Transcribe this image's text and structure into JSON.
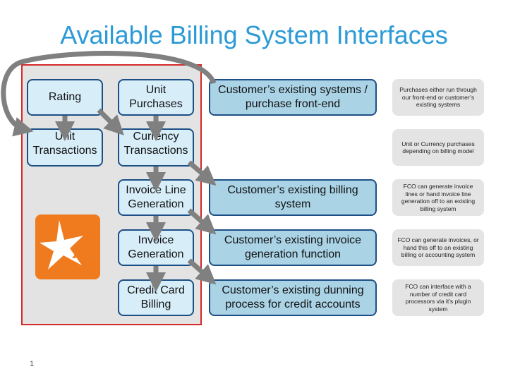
{
  "title": "Available Billing System Interfaces",
  "boxes": {
    "rating": "Rating",
    "unit_purchases": "Unit Purchases",
    "unit_transactions": "Unit Transactions",
    "currency_transactions": "Currency Transactions",
    "invoice_line_generation": "Invoice Line Generation",
    "invoice_generation": "Invoice Generation",
    "credit_card_billing": "Credit Card Billing"
  },
  "customer": {
    "front_end": "Customer’s existing systems / purchase front-end",
    "billing": "Customer’s existing billing system",
    "invoice": "Customer’s existing invoice generation function",
    "dunning": "Customer’s existing dunning process for credit accounts"
  },
  "notes": {
    "n1": "Purchases either run through our front-end or customer’s existing systems",
    "n2": "Unit or Currency purchases depending on billing model",
    "n3": "FCO can generate invoice lines or hand invoice line generation off to an existing billing system",
    "n4": "FCO can generate invoices, or hand this off to an existing billing  or accounting system",
    "n5": "FCO can interface with a number of credit card processors via it’s plugin system"
  },
  "page_number": "1",
  "colors": {
    "title": "#2b9ad6",
    "container_border": "#d62828",
    "box_border": "#1d4f85",
    "box_light": "#d7eef9",
    "box_dark": "#aad3e6",
    "arrow": "#808080",
    "logo": "#f07b1e"
  }
}
